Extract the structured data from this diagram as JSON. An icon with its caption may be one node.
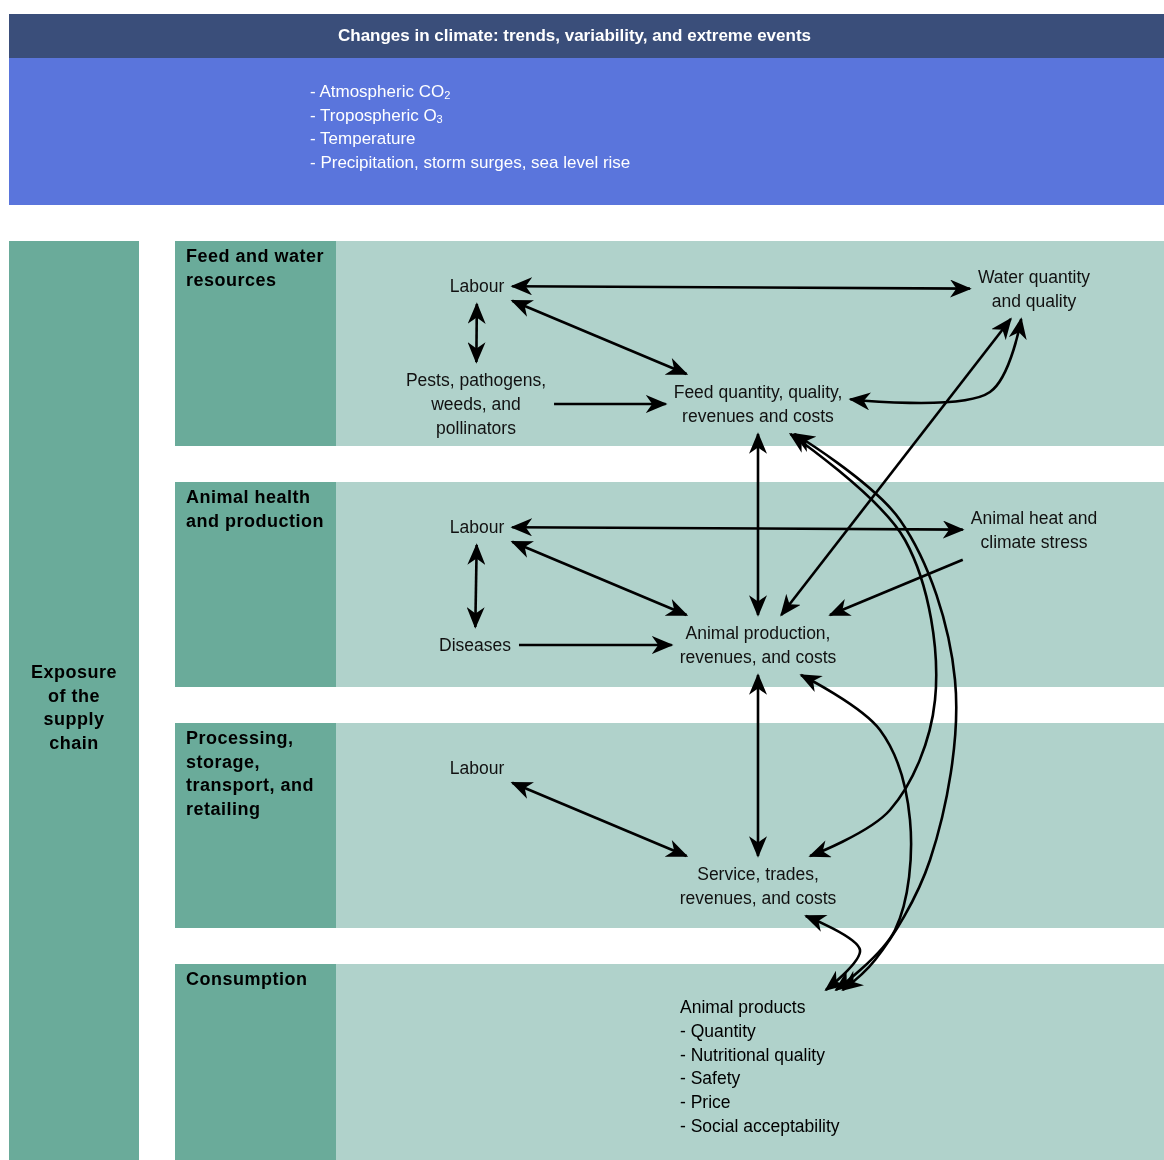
{
  "diagram": {
    "nodes": [
      {
        "text": [
          "Changes in climate: trends, variability, and extreme events",
          "- Atmospheric CO$_{2}$",
          "- Tropospheric O$_{3}$",
          "- Temperature",
          "- Precipitation, storm surges, sea level rise"
        ]
      },
      {
        "text": [
          "Exposure of the supply chain"
        ]
      },
      {
        "text": [
          "Feed and water resources"
        ]
      },
      {
        "text": [
          "Labour"
        ],
        "in": 2
      },
      {
        "text": [
          "Water quantity and quality"
        ],
        "in": 2
      },
      {
        "text": [
          "Pests, pathogens, weeds, and pollinators"
        ],
        "in": 2
      },
      {
        "text": [
          "Feed quantity, quality, revenues and costs"
        ],
        "in": 2
      },
      {
        "text": [
          "Animal health and production"
        ]
      },
      {
        "text": [
          "Labour"
        ],
        "in": 7
      },
      {
        "text": [
          "Animal heat and climate stress"
        ],
        "in": 7
      },
      {
        "text": [
          "Diseases"
        ],
        "in": 7
      },
      {
        "text": [
          "Animal production, revenues, and costs"
        ],
        "in": 7
      },
      {
        "text": [
          "Processing, storage, transport, and retailing"
        ]
      },
      {
        "text": [
          "Labour"
        ],
        "in": 12
      },
      {
        "text": [
          "Service, trades, revenues, and costs"
        ],
        "in": 12
      },
      {
        "text": [
          "Consumption"
        ]
      },
      {
        "text": [
          "Animal products",
          "- Quantity",
          "- Nutritional quality",
          "- Safety",
          "- Price",
          "- Social acceptability"
        ],
        "in": 15
      }
    ],
    "edges": [
      {
        "from": 3,
        "to": 4,
        "arrow": "both"
      },
      {
        "from": 3,
        "to": 5,
        "arrow": "both"
      },
      {
        "from": 3,
        "to": 6,
        "arrow": "both"
      },
      {
        "from": 5,
        "to": 6,
        "arrow": "to"
      },
      {
        "from": 4,
        "to": 6,
        "arrow": "both"
      },
      {
        "from": 6,
        "to": 11,
        "arrow": "both"
      },
      {
        "from": 4,
        "to": 11,
        "arrow": "both"
      },
      {
        "from": 8,
        "to": 9,
        "arrow": "both"
      },
      {
        "from": 8,
        "to": 10,
        "arrow": "both"
      },
      {
        "from": 8,
        "to": 11,
        "arrow": "both"
      },
      {
        "from": 10,
        "to": 11,
        "arrow": "to"
      },
      {
        "from": 9,
        "to": 11,
        "arrow": "to"
      },
      {
        "from": 11,
        "to": 14,
        "arrow": "both"
      },
      {
        "from": 13,
        "to": 14,
        "arrow": "both"
      },
      {
        "from": 6,
        "to": 14,
        "arrow": "both"
      },
      {
        "from": 6,
        "to": 16,
        "arrow": "both"
      },
      {
        "from": 11,
        "to": 16,
        "arrow": "both"
      },
      {
        "from": 14,
        "to": 16,
        "arrow": "both"
      }
    ]
  }
}
